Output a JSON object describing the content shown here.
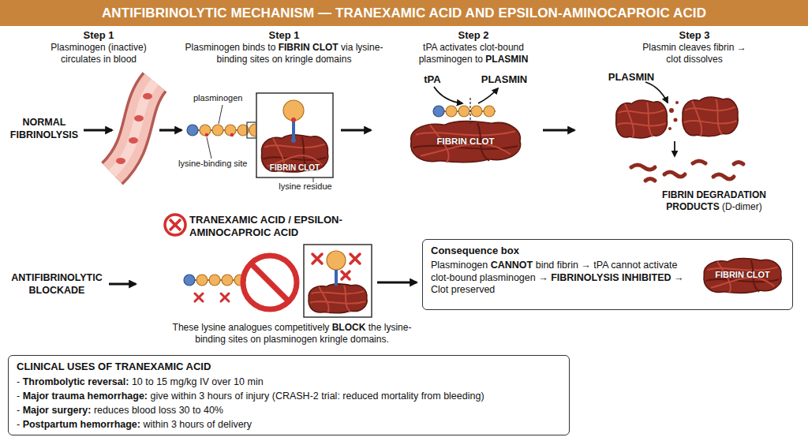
{
  "diagram": {
    "title": "ANTIFIBRINOLYTIC MECHANISM — TRANEXAMIC ACID AND EPSILON-AMINOCAPROIC ACID",
    "nodes": [
      {
        "text": [
          "FIBRIN CLOT"
        ]
      },
      {
        "text": [
          "FIBRIN CLOT"
        ]
      },
      {
        "text": [
          "Consequence box",
          "Plasminogen CANNOT bind fibrin → tPA cannot activate clot-bound plasminogen → FIBRINOLYSIS INHIBITED → Clot preserved"
        ]
      },
      {
        "text": [
          "FIBRIN CLOT"
        ],
        "in": 2
      },
      {
        "text": [
          "CLINICAL USES OF TRANEXAMIC ACID",
          "- Thrombolytic reversal: 10 to 15 mg/kg IV over 10 min",
          "- Major trauma hemorrhage: give within 3 hours of injury (CRASH-2 trial: reduced mortality from bleeding)",
          "- Major surgery: reduces blood loss 30 to 40%",
          "- Postpartum hemorrhage: within 3 hours of delivery"
        ]
      }
    ],
    "labels": [
      "Step 1",
      "Plasminogen (inactive) circulates in blood",
      "Step 1",
      "Plasminogen binds to FIBRIN CLOT via lysine-binding sites on kringle domains",
      "Step 2",
      "tPA activates clot-bound plasminogen to PLASMIN",
      "Step 3",
      "Plasmin cleaves fibrin → clot dissolves",
      "NORMAL FIBRINOLYSIS",
      "plasminogen",
      "lysine-binding site",
      "lysine residue",
      "tPA",
      "PLASMIN",
      "PLASMIN",
      "FIBRIN DEGRADATION PRODUCTS (D-dimer)",
      "TRANEXAMIC ACID / EPSILON-AMINOCAPROIC ACID",
      "ANTIFIBRINOLYTIC BLOCKADE",
      "These lysine analogues competitively BLOCK the lysine-binding sites on plasminogen kringle domains."
    ]
  }
}
